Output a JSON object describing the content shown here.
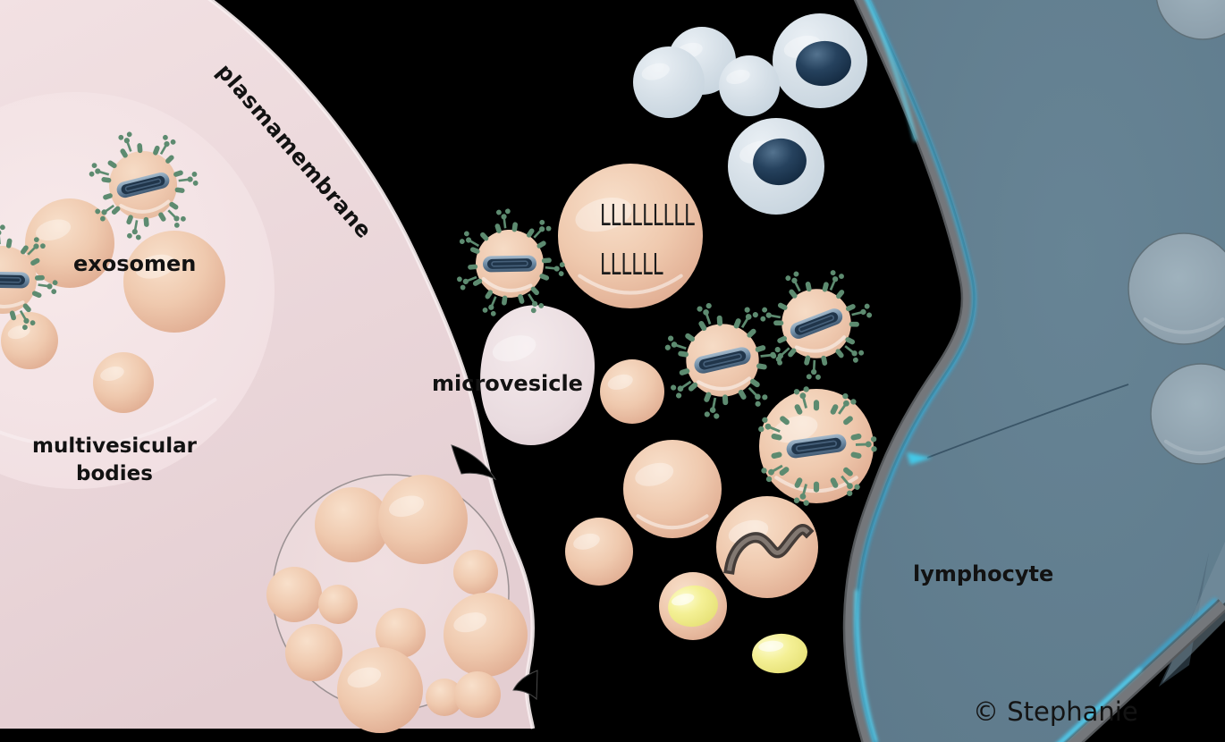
{
  "diagram": {
    "labels": {
      "plasmamembrane": "plasmamembrane",
      "exosomes": "exosomen",
      "multivesicular_line1": "multivesicular",
      "multivesicular_line2": "bodies",
      "microvesicle": "microvesicle",
      "lymphocyte": "lymphocyte",
      "surface_marks_line1": "LLLLLLLLL",
      "surface_marks_line2": "LLLLLL",
      "credit": "© Stephanie"
    },
    "colors": {
      "background": "#000000",
      "secreting_cell_pink": "#eedcde",
      "multivesicular_body_pink": "#f4e6e8",
      "vesicle_tan": "#eec7ad",
      "exosome_coat_green": "#5d8b70",
      "rna_capsule_navy": "#20354a",
      "capsule_outline_blue": "#7390a9",
      "immune_cell_blue": "#ccd8e2",
      "nucleus_navy": "#15293e",
      "lymphocyte_slate": "#627f90",
      "membrane_gray": "#6b6e71",
      "membrane_glow_cyan": "#2ab7e9",
      "cargo_yellow": "#f1ee8d",
      "label_text": "#121212"
    }
  }
}
